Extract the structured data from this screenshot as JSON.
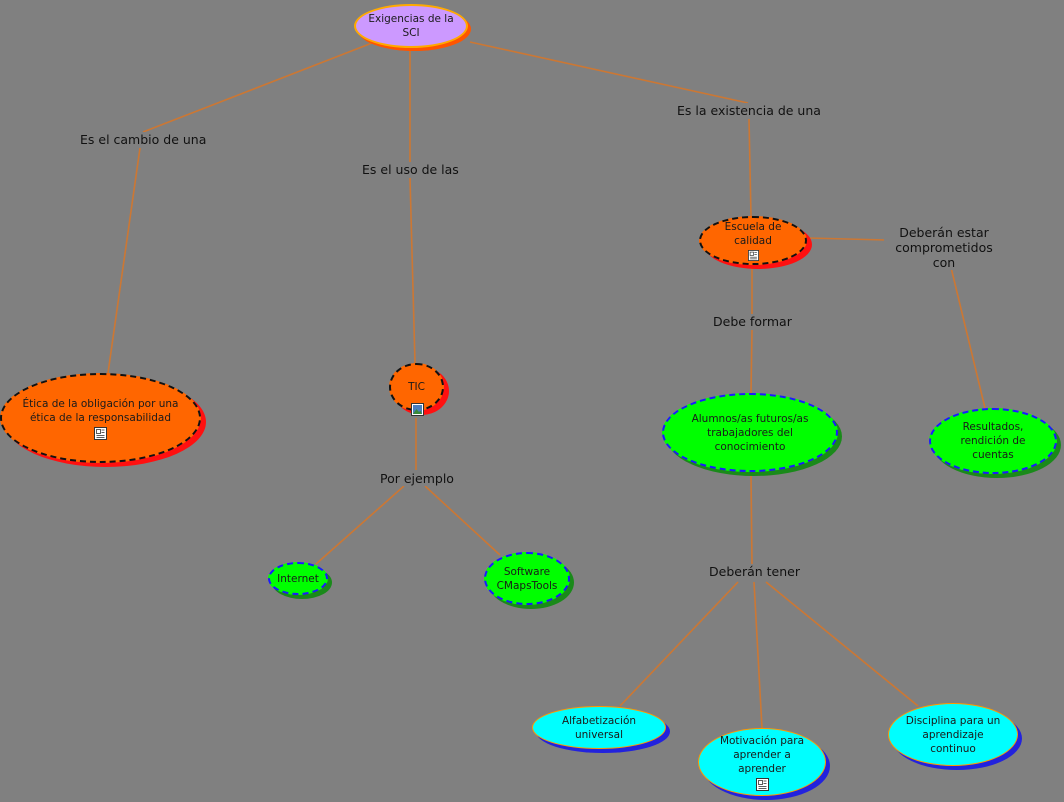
{
  "colors": {
    "background": "#808080",
    "connector": "#cc7733",
    "root": "#cc99ff",
    "orange_node": "#ff6600",
    "green_node": "#00ff00",
    "cyan_node": "#00ffff"
  },
  "nodes": {
    "root": "Exigencias de la SCI",
    "etica": "Ética de la obligación por una ética de la responsabilidad",
    "tic": "TIC",
    "escuela": "Escuela de calidad",
    "alumnos": "Alumnos/as futuros/as trabajadores del conocimiento",
    "resultados": "Resultados, rendición de cuentas",
    "internet": "Internet",
    "software": "Software CMapsTools",
    "alfabetizacion": "Alfabetización universal",
    "motivacion": "Motivación para aprender a aprender",
    "disciplina": "Disciplina para un aprendizaje continuo"
  },
  "links": {
    "cambio": "Es el cambio de una",
    "uso": "Es el uso de las",
    "existencia": "Es la existencia de una",
    "comprometidos": "Deberán estar comprometidos con",
    "formar": "Debe formar",
    "ejemplo": "Por ejemplo",
    "tener": "Deberán tener"
  },
  "icons": {
    "etica": "document-icon",
    "tic": "image-icon",
    "escuela": "document-icon",
    "motivacion": "document-icon"
  }
}
